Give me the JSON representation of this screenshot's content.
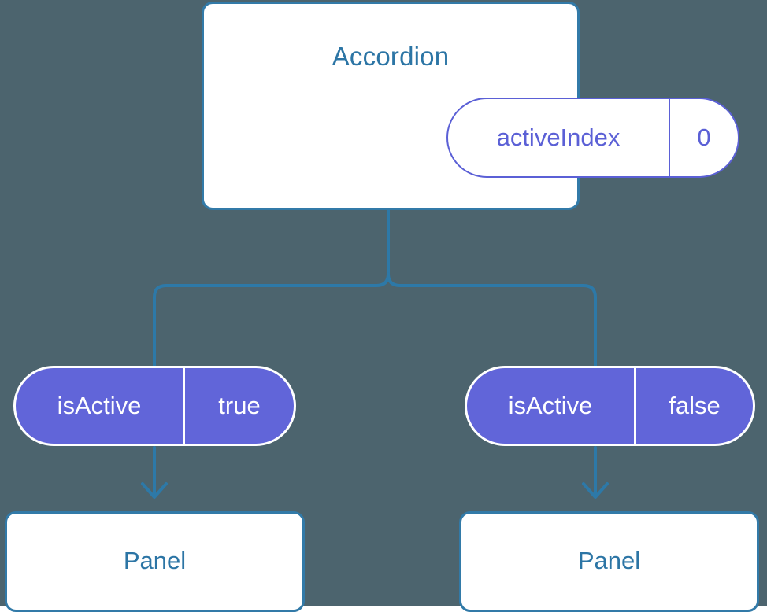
{
  "diagram": {
    "type": "component-tree",
    "background_color": "#4c646e",
    "accent_blue": "#2c75a5",
    "border_blue": "#327aa8",
    "accent_purple": "#5b60d6",
    "pill_fill": "#6165d9",
    "arrow_color": "#2d79a8",
    "root": {
      "title": "Accordion",
      "state": {
        "key": "activeIndex",
        "value": "0"
      }
    },
    "branches": [
      {
        "prop": {
          "key": "isActive",
          "value": "true"
        },
        "child": {
          "title": "Panel"
        }
      },
      {
        "prop": {
          "key": "isActive",
          "value": "false"
        },
        "child": {
          "title": "Panel"
        }
      }
    ],
    "connectors": {
      "tree_split_label": "parent-to-children-bracket",
      "arrow_label": "prop-to-panel-arrow"
    }
  }
}
